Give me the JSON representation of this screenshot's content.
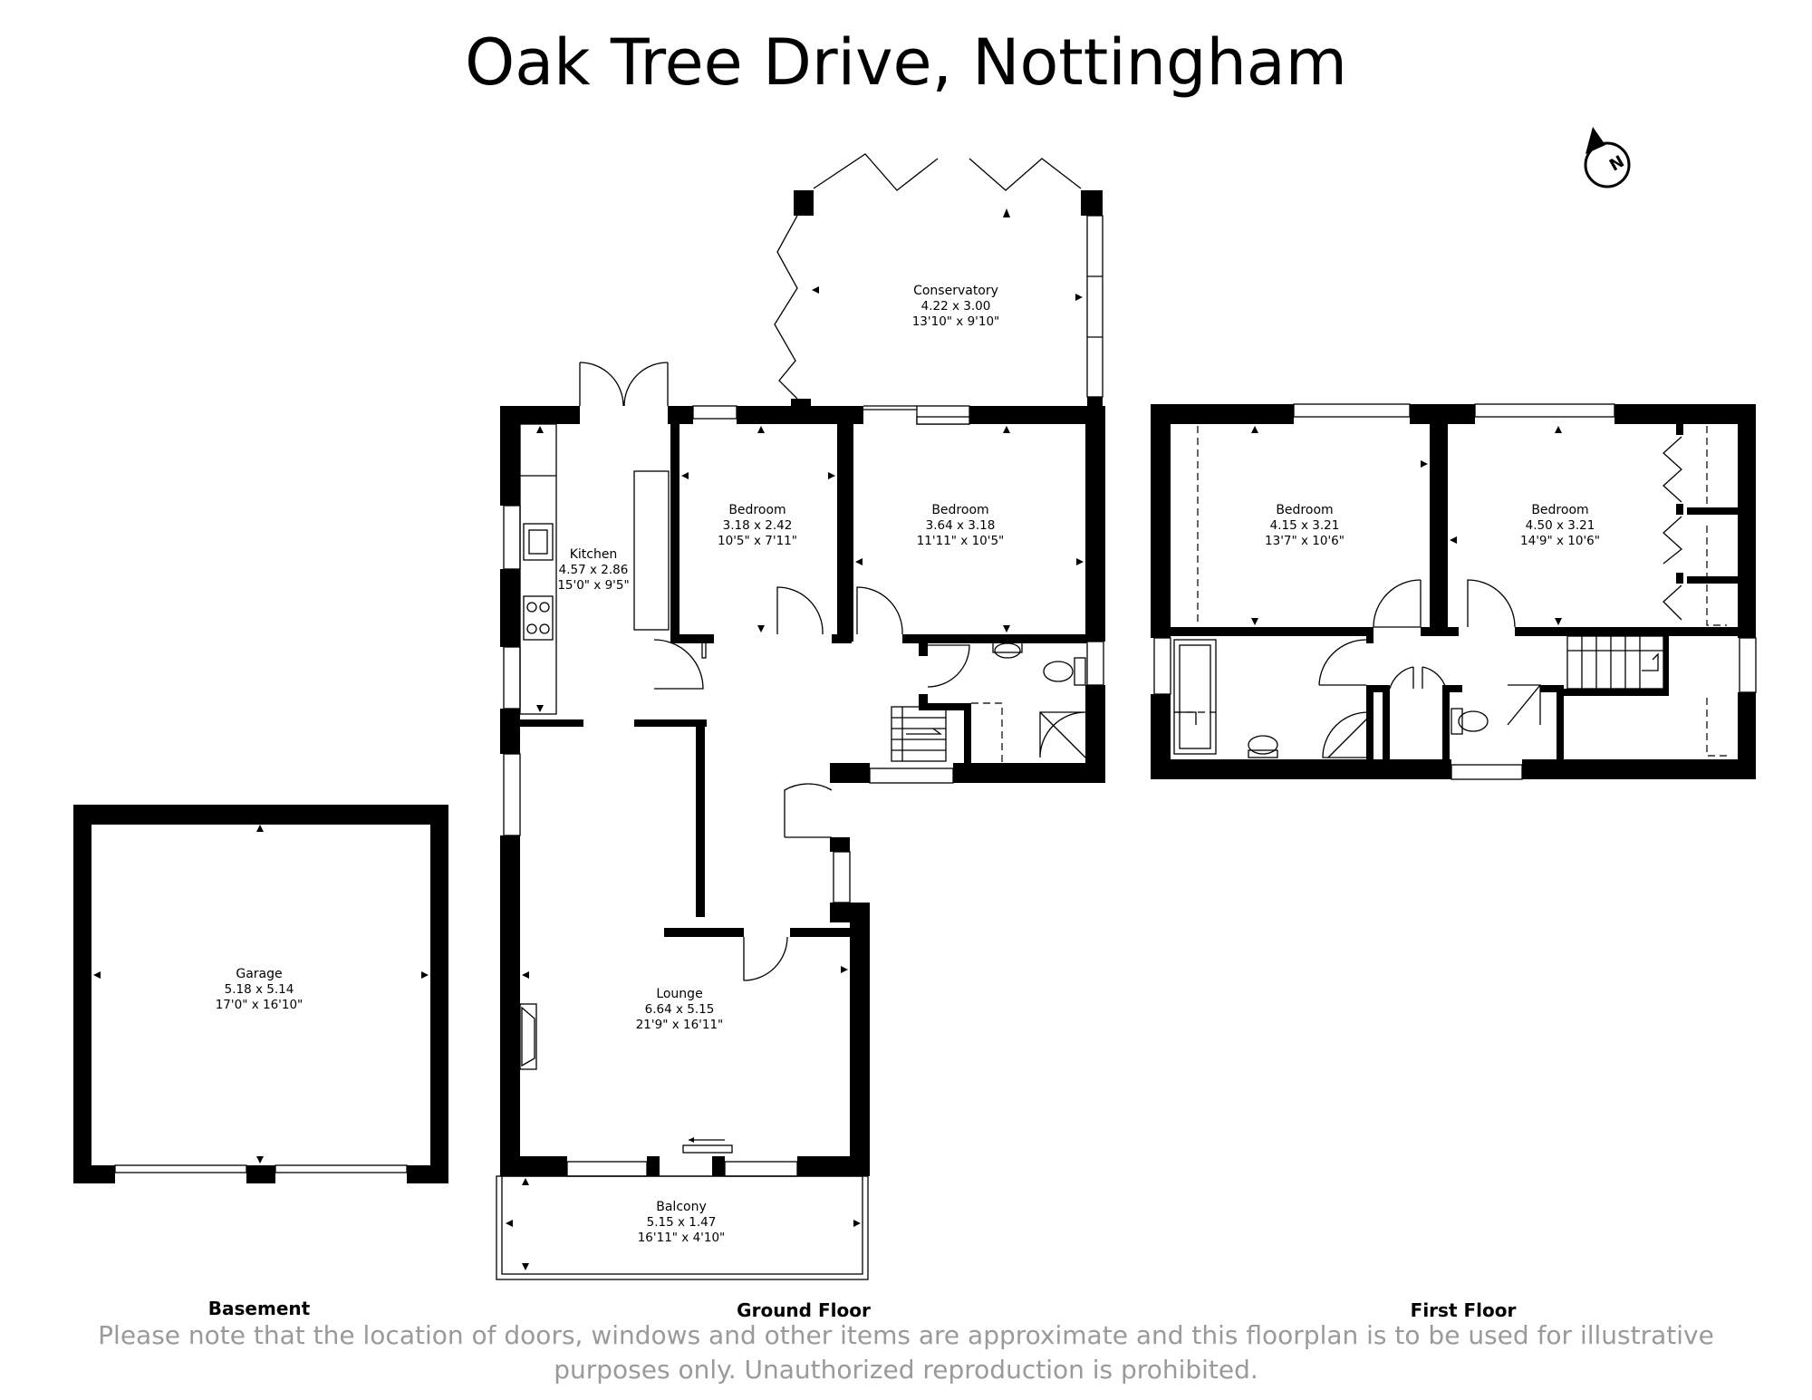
{
  "title": "Oak Tree Drive, Nottingham",
  "rooms": {
    "conservatory": {
      "name": "Conservatory",
      "metric": "4.22 x 3.00",
      "imperial": "13'10\" x 9'10\""
    },
    "kitchen": {
      "name": "Kitchen",
      "metric": "4.57 x 2.86",
      "imperial": "15'0\" x 9'5\""
    },
    "bedroom_g1": {
      "name": "Bedroom",
      "metric": "3.18 x 2.42",
      "imperial": "10'5\" x 7'11\""
    },
    "bedroom_g2": {
      "name": "Bedroom",
      "metric": "3.64 x 3.18",
      "imperial": "11'11\" x 10'5\""
    },
    "lounge": {
      "name": "Lounge",
      "metric": "6.64 x 5.15",
      "imperial": "21'9\" x 16'11\""
    },
    "balcony": {
      "name": "Balcony",
      "metric": "5.15 x 1.47",
      "imperial": "16'11\" x 4'10\""
    },
    "garage": {
      "name": "Garage",
      "metric": "5.18 x 5.14",
      "imperial": "17'0\" x 16'10\""
    },
    "bedroom_f1": {
      "name": "Bedroom",
      "metric": "4.15 x 3.21",
      "imperial": "13'7\" x 10'6\""
    },
    "bedroom_f2": {
      "name": "Bedroom",
      "metric": "4.50 x 3.21",
      "imperial": "14'9\" x 10'6\""
    }
  },
  "floors": {
    "basement": "Basement",
    "ground": "Ground Floor",
    "first": "First Floor"
  },
  "compass": {
    "label": "N",
    "icon": "north-arrow-icon"
  },
  "disclaimer": {
    "line1": "Please note that the location of doors, windows and other items are approximate and this floorplan is to be used for illustrative",
    "line2": "purposes only. Unauthorized reproduction is prohibited."
  }
}
